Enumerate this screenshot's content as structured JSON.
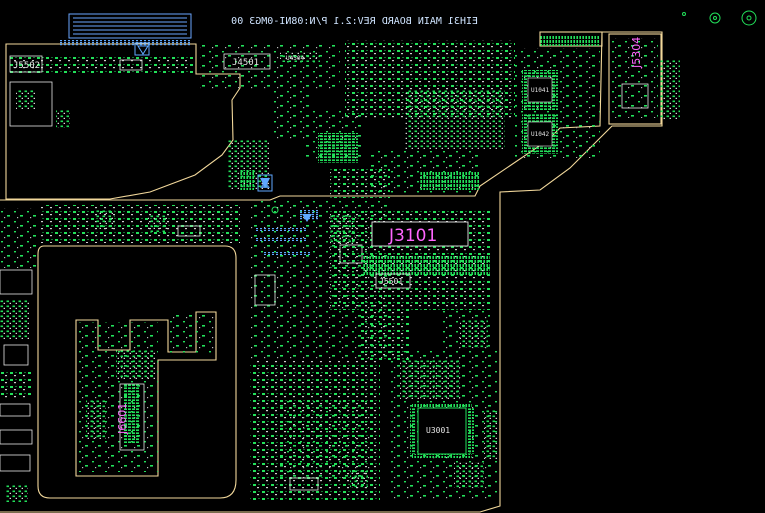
{
  "board": {
    "title_mirrored": "EIH31 MAIN BOARD REV:2.1 P/N:08NI-0MG3 00",
    "outline_color": "#f2d89b",
    "copper_color": "#22e05a",
    "silk_color": "#e8e8e8",
    "label_color": "#ff66ff",
    "title_color": "#bcd6ff"
  },
  "connectors": {
    "j3101": "J3101",
    "j5304": "J5304",
    "j6601": "J6601",
    "j5502": "J5502",
    "j4501": "J4501",
    "j5501": "J5501",
    "u3001": "U3001",
    "u1041": "U1041",
    "u1042": "U1042",
    "u4504": "U4504"
  },
  "icons": [
    "warning-icon",
    "esd-icon",
    "fiducial-icon"
  ]
}
